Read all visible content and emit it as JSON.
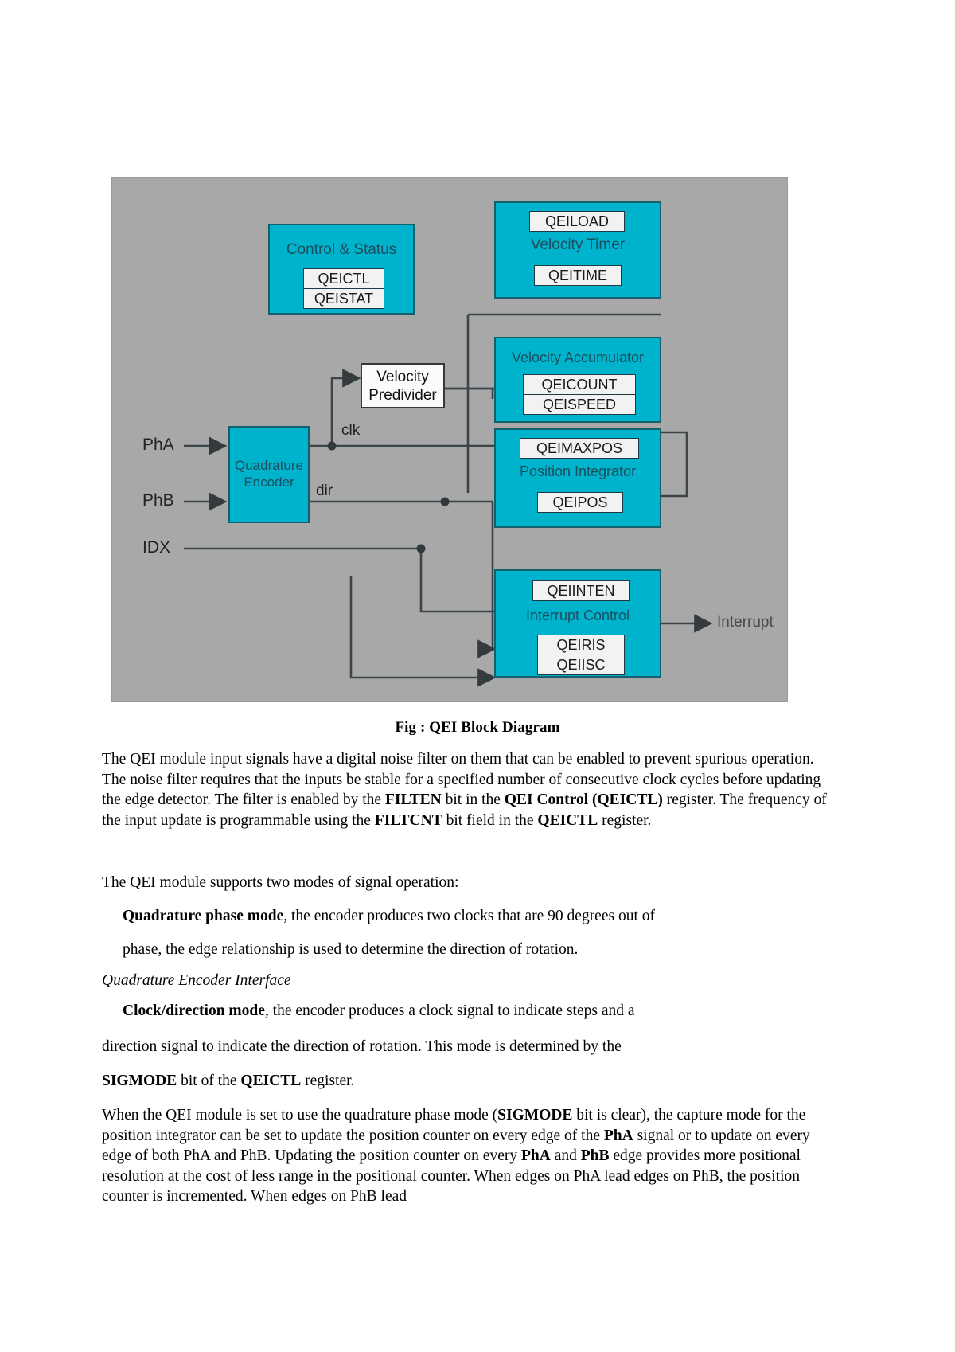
{
  "figure": {
    "caption": "Fig : QEI Block Diagram",
    "background_color": "#a8a8a8",
    "block_color": "#00b3cc",
    "blocks": {
      "control_status": {
        "title": "Control & Status",
        "registers": [
          "QEICTL",
          "QEISTAT"
        ]
      },
      "velocity_timer": {
        "title": "Velocity Timer",
        "register_top": "QEILOAD",
        "register_bottom": "QEITIME"
      },
      "velocity_predivider": {
        "line1": "Velocity",
        "line2": "Predivider"
      },
      "velocity_accumulator": {
        "title": "Velocity Accumulator",
        "registers": [
          "QEICOUNT",
          "QEISPEED"
        ]
      },
      "position_integrator": {
        "title": "Position Integrator",
        "register_top": "QEIMAXPOS",
        "register_bottom": "QEIPOS"
      },
      "interrupt_control": {
        "title": "Interrupt Control",
        "register_top": "QEIINTEN",
        "registers_bottom": [
          "QEIRIS",
          "QEIISC"
        ]
      },
      "quadrature_encoder": {
        "line1": "Quadrature",
        "line2": "Encoder"
      }
    },
    "signals": {
      "pha": "PhA",
      "phb": "PhB",
      "idx": "IDX",
      "clk": "clk",
      "dir": "dir",
      "interrupt": "Interrupt"
    }
  },
  "body": {
    "p1_a": "The QEI module input signals have a digital noise filter on them that can be enabled to prevent spurious operation. The noise filter requires that the inputs be stable for a specified number of consecutive clock cycles before updating the edge detector. The filter is enabled by the ",
    "p1_b1": "FILTEN",
    "p1_b": " bit in the ",
    "p1_b2": "QEI Control (QEICTL)",
    "p1_c": " register. The frequency of the input update is programmable using the ",
    "p1_b3": "FILTCNT",
    "p1_d": " bit field in the ",
    "p1_b4": "QEICTL",
    "p1_e": " register.",
    "p2": "The QEI module supports two modes of signal operation:",
    "p3_bold": "Quadrature phase mode",
    "p3_rest": ", the encoder produces two clocks that are 90 degrees out of",
    "p4": "phase, the edge relationship is used to determine the direction of rotation.",
    "p5_italic": "Quadrature Encoder Interface",
    "p6_bold": "Clock/direction mode",
    "p6_rest": ", the encoder produces a clock signal to indicate steps and a",
    "p7": "direction signal to indicate the direction of rotation. This mode is determined by the",
    "p8_b1": "SIGMODE",
    "p8_mid": " bit of the ",
    "p8_b2": "QEICTL",
    "p8_end": " register.",
    "p9_a": "When the QEI module is set to use the quadrature phase mode (",
    "p9_b1": "SIGMODE",
    "p9_b": " bit is clear), the capture mode for the position integrator can be set to update the position counter on every edge of the ",
    "p9_b2": "PhA",
    "p9_c": " signal or to update on every edge of both PhA and PhB. Updating the position counter on every ",
    "p9_b3": "PhA",
    "p9_d": " and ",
    "p9_b4": "PhB",
    "p9_e": " edge provides more positional resolution at the cost of less range in the positional counter. When edges on PhA lead edges on PhB, the position counter is incremented. When edges on PhB lead"
  }
}
